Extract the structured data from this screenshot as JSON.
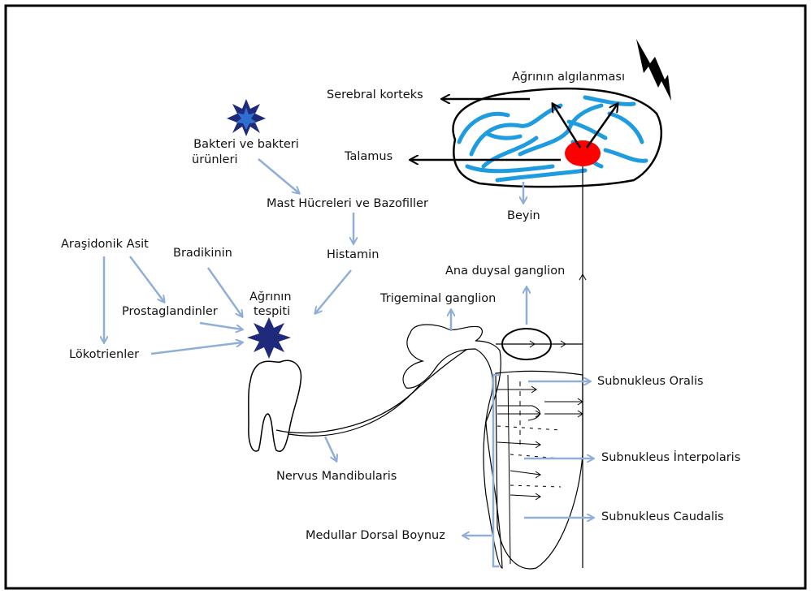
{
  "labels": {
    "serebral_korteks": "Serebral korteks",
    "agrinin_algilanmasi": "Ağrının algılanması",
    "talamus": "Talamus",
    "beyin": "Beyin",
    "bakteri_1": "Bakteri ve bakteri",
    "bakteri_2": "ürünleri",
    "mast": "Mast Hücreleri ve Bazofiller",
    "histamin": "Histamin",
    "arasidonik": "Araşidonik Asit",
    "bradikinin": "Bradikinin",
    "prostaglandinler": "Prostaglandinler",
    "lokotrienler": "Lökotrienler",
    "agrinin_tespiti_1": "Ağrının",
    "agrinin_tespiti_2": "tespiti",
    "ana_duysal": "Ana duysal ganglion",
    "trigeminal": "Trigeminal ganglion",
    "nervus": "Nervus Mandibularis",
    "oralis": "Subnukleus Oralis",
    "interpolaris": "Subnukleus İnterpolaris",
    "caudalis": "Subnukleus Caudalis",
    "medullar": "Medullar Dorsal Boynuz"
  },
  "colors": {
    "frame": "#000000",
    "arrow_blue": "#8fafd6",
    "brain_blue": "#1f9ce0",
    "thalamus_red": "#ff0000",
    "star_dark": "#1f2a7a",
    "star_blue": "#2f6fd0"
  }
}
